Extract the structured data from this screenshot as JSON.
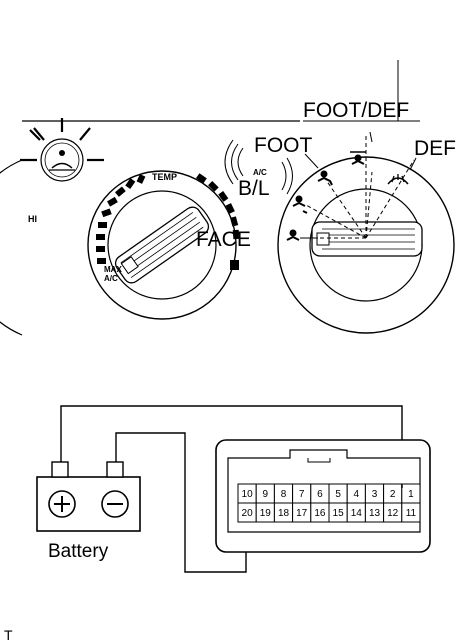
{
  "mode_labels": {
    "foot_def": "FOOT/DEF",
    "foot": "FOOT",
    "def": "DEF",
    "bl": "B/L",
    "face": "FACE"
  },
  "panel_labels": {
    "temp": "TEMP",
    "hi": "HI",
    "max": "MAX",
    "ac": "A/C",
    "ac_small": "A/C"
  },
  "connector": {
    "top_row": [
      "10",
      "9",
      "8",
      "7",
      "6",
      "5",
      "4",
      "3",
      "2",
      "1"
    ],
    "bottom_row": [
      "20",
      "19",
      "18",
      "17",
      "16",
      "15",
      "14",
      "13",
      "12",
      "11"
    ]
  },
  "battery": {
    "label": "Battery",
    "positive_symbol": "+",
    "negative_symbol": "−"
  },
  "corner_mark": "T",
  "icons": [
    "recirculation-lamp-icon",
    "foot-vent-icon",
    "face-vent-icon",
    "defroster-icon"
  ]
}
